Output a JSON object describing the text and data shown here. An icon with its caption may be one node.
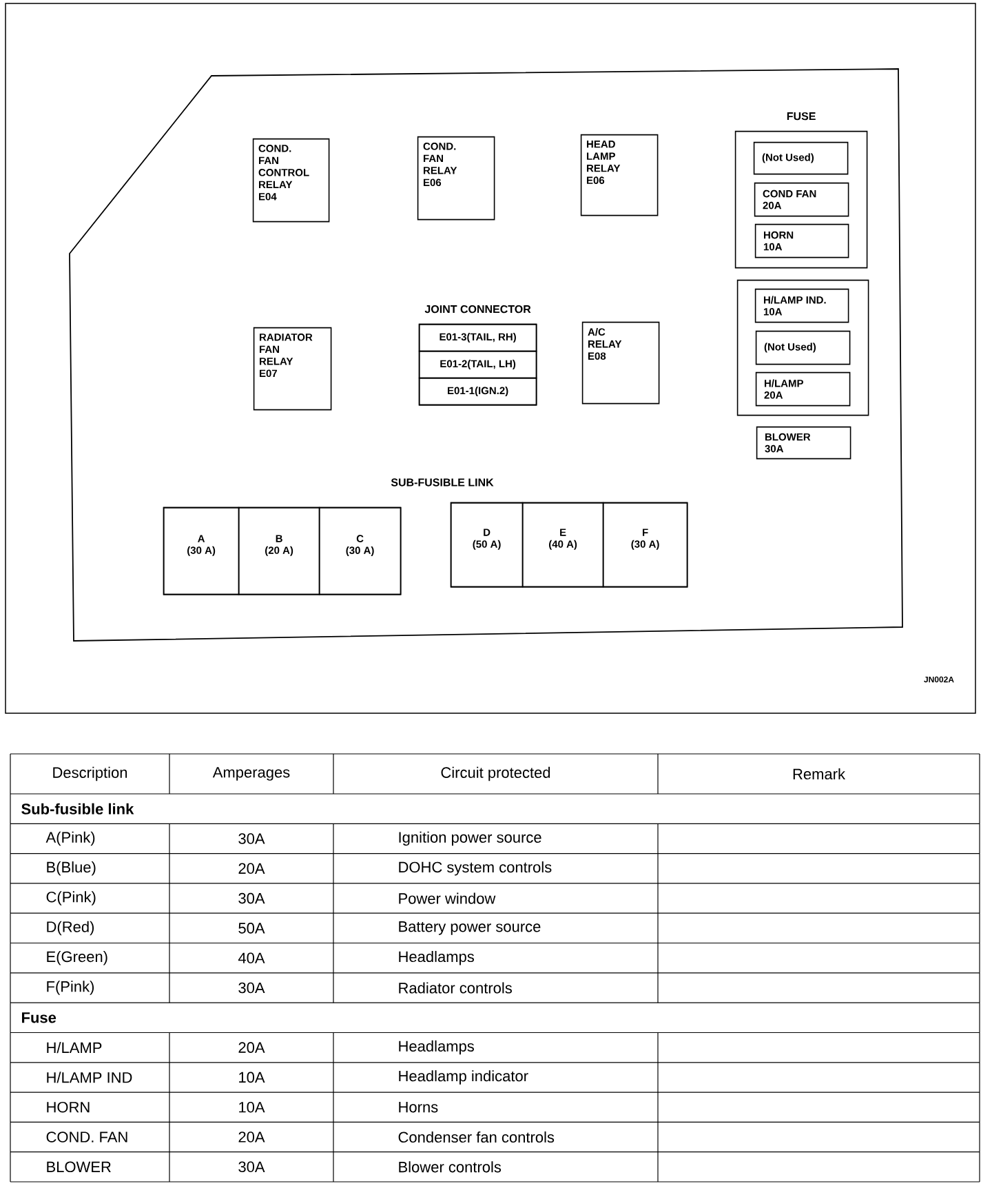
{
  "diagram": {
    "nodes": [
      {
        "text": [],
        "shape": "box"
      },
      {
        "text": [
          "COND. FAN CONTROL RELAY",
          "E04"
        ],
        "in": 0
      },
      {
        "text": [
          "COND. FAN RELAY",
          "E06"
        ],
        "in": 0
      },
      {
        "text": [
          "HEAD LAMP RELAY",
          "E06"
        ],
        "in": 0
      },
      {
        "text": [
          "FUSE"
        ],
        "in": 0
      },
      {
        "text": [
          "(Not Used)"
        ],
        "in": 4
      },
      {
        "text": [
          "COND FAN",
          "20A"
        ],
        "in": 4
      },
      {
        "text": [
          "HORN",
          "10A"
        ],
        "in": 4
      },
      {
        "text": [
          "RADIATOR FAN RELAY",
          "E07"
        ],
        "in": 0
      },
      {
        "text": [
          "JOINT CONNECTOR"
        ],
        "in": 0
      },
      {
        "text": [
          "E01-3(TAIL, RH)"
        ],
        "in": 9
      },
      {
        "text": [
          "E01-2(TAIL, LH)"
        ],
        "in": 9
      },
      {
        "text": [
          "E01-1(IGN.2)"
        ],
        "in": 9
      },
      {
        "text": [
          "A/C RELAY",
          "E08"
        ],
        "in": 0
      },
      {
        "text": [],
        "shape": "box",
        "in": 0
      },
      {
        "text": [
          "H/LAMP IND.",
          "10A"
        ],
        "in": 14
      },
      {
        "text": [
          "(Not Used)"
        ],
        "in": 14
      },
      {
        "text": [
          "H/LAMP",
          "20A"
        ],
        "in": 14
      },
      {
        "text": [
          "BLOWER",
          "30A"
        ],
        "in": 0
      },
      {
        "text": [],
        "shape": "box",
        "in": 0
      },
      {
        "text": [
          "A",
          "(30 A)"
        ],
        "in": 19
      },
      {
        "text": [
          "B",
          "(20 A)"
        ],
        "in": 19
      },
      {
        "text": [
          "C",
          "(30 A)"
        ],
        "in": 19
      },
      {
        "text": [],
        "shape": "box",
        "in": 0
      },
      {
        "text": [
          "D",
          "(50 A)"
        ],
        "in": 23
      },
      {
        "text": [
          "E",
          "(40 A)"
        ],
        "in": 23
      },
      {
        "text": [
          "F",
          "(30 A)"
        ],
        "in": 23
      }
    ],
    "labels": [
      "SUB-FUSIBLE LINK",
      "JN002A",
      "Description",
      "Amperages",
      "Circuit protected",
      "Remark",
      "Sub-fusible link",
      "A(Pink)",
      "30A",
      "Ignition power source",
      "B(Blue)",
      "20A",
      "DOHC system controls",
      "C(Pink)",
      "30A",
      "Power window",
      "D(Red)",
      "50A",
      "Battery power source",
      "E(Green)",
      "40A",
      "Headlamps",
      "F(Pink)",
      "30A",
      "Radiator controls",
      "Fuse",
      "H/LAMP",
      "20A",
      "Headlamps",
      "H/LAMP IND",
      "10A",
      "Headlamp indicator",
      "HORN",
      "10A",
      "Horns",
      "COND. FAN",
      "20A",
      "Condenser fan controls",
      "BLOWER",
      "30A",
      "Blower controls"
    ]
  }
}
